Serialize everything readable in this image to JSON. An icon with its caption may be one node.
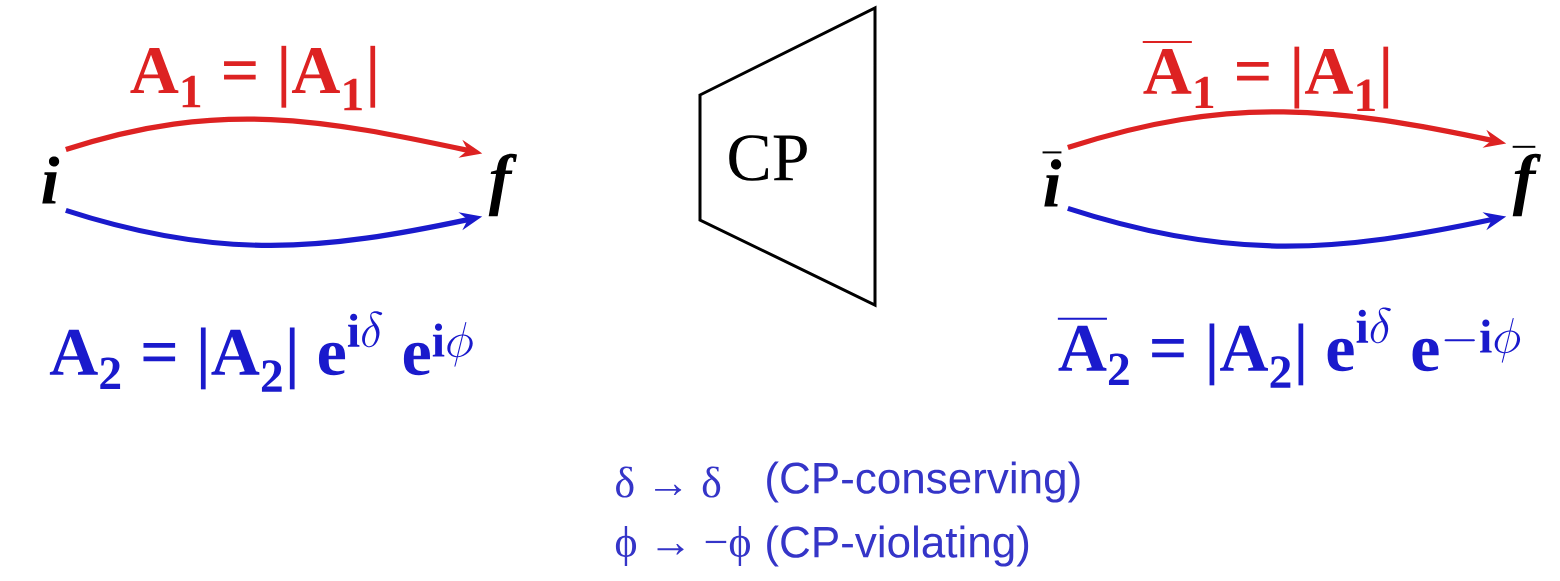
{
  "diagram": {
    "nodes": [
      {
        "text": [
          "i"
        ]
      },
      {
        "text": [
          "f"
        ]
      },
      {
        "text": [
          "CP"
        ]
      },
      {
        "text": [
          "\\overline{\\textit{\\textbf{i}}}"
        ]
      },
      {
        "text": [
          "\\overline{\\textit{\\textbf{f}}}"
        ]
      }
    ],
    "edges": [
      {
        "from": 0,
        "to": 1,
        "arrow": "to",
        "color": "#dd2222",
        "label": "\\text{A}_{\\text{1}}\\text{ = |A}_{\\text{1}}\\text{|}"
      },
      {
        "from": 0,
        "to": 1,
        "arrow": "to",
        "color": "#1a1acc",
        "label": "\\text{A}_{\\text{2}}\\text{ = |A}_{\\text{2}}\\text{| e}^{\\text{i}\\delta}\\text{ e}^{\\text{i}\\phi}"
      },
      {
        "from": 3,
        "to": 4,
        "arrow": "to",
        "color": "#dd2222",
        "label": "\\overline{\\text{A}}_{\\text{1}}\\text{ = |A}_{\\text{1}}\\text{|}"
      },
      {
        "from": 3,
        "to": 4,
        "arrow": "to",
        "color": "#1a1acc",
        "label": "\\overline{\\text{A}}_{\\text{2}}\\text{ = |A}_{\\text{2}}\\text{| e}^{\\text{i}\\delta}\\text{ e}^{-\\text{i}\\phi}"
      }
    ],
    "labels": [
      "δ → δ",
      "(CP-conserving)",
      "ϕ → −ϕ",
      "(CP-violating)"
    ]
  }
}
